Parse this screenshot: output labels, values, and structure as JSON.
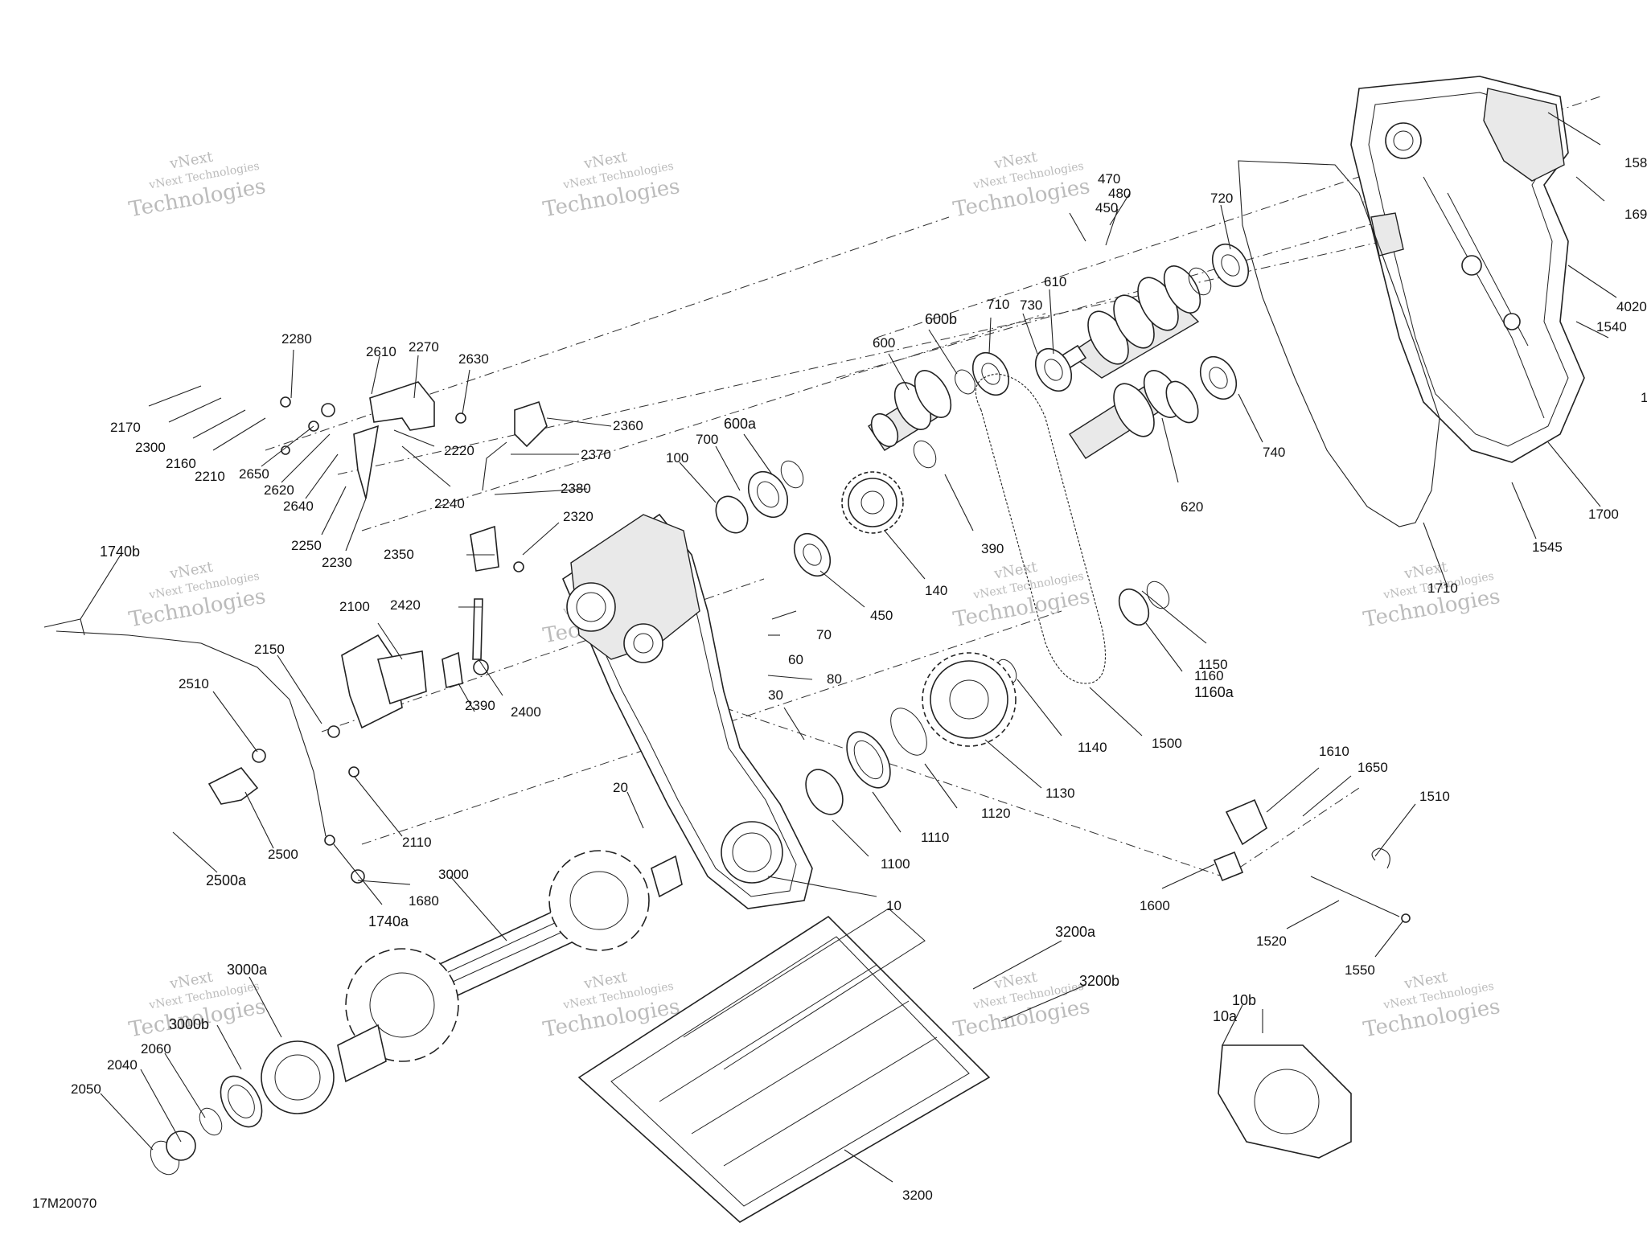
{
  "diagram": {
    "code": "17M20070",
    "watermark": {
      "brand": "vNext",
      "line1": "vNext Technologies",
      "line2": "Technologies"
    },
    "callouts": [
      {
        "id": "1580",
        "label": "158"
      },
      {
        "id": "1690",
        "label": "169"
      },
      {
        "id": "4020",
        "label": "4020"
      },
      {
        "id": "1540",
        "label": "1540"
      },
      {
        "id": "1700",
        "label": "1700"
      },
      {
        "id": "1545",
        "label": "1545"
      },
      {
        "id": "1710",
        "label": "1710"
      },
      {
        "id": "470",
        "label": "470"
      },
      {
        "id": "480",
        "label": "480"
      },
      {
        "id": "450b",
        "label": "450"
      },
      {
        "id": "720",
        "label": "720"
      },
      {
        "id": "610",
        "label": "610"
      },
      {
        "id": "730",
        "label": "730"
      },
      {
        "id": "710",
        "label": "710"
      },
      {
        "id": "600b",
        "label": "600b"
      },
      {
        "id": "600",
        "label": "600"
      },
      {
        "id": "740",
        "label": "740"
      },
      {
        "id": "620",
        "label": "620"
      },
      {
        "id": "600a",
        "label": "600a"
      },
      {
        "id": "700",
        "label": "700"
      },
      {
        "id": "100",
        "label": "100"
      },
      {
        "id": "390",
        "label": "390"
      },
      {
        "id": "140",
        "label": "140"
      },
      {
        "id": "450",
        "label": "450"
      },
      {
        "id": "70",
        "label": "70"
      },
      {
        "id": "60",
        "label": "60"
      },
      {
        "id": "80",
        "label": "80"
      },
      {
        "id": "30",
        "label": "30"
      },
      {
        "id": "1150",
        "label": "1150"
      },
      {
        "id": "1160",
        "label": "1160"
      },
      {
        "id": "1160a",
        "label": "1160a"
      },
      {
        "id": "1140",
        "label": "1140"
      },
      {
        "id": "1500",
        "label": "1500"
      },
      {
        "id": "1130",
        "label": "1130"
      },
      {
        "id": "1120",
        "label": "1120"
      },
      {
        "id": "1110",
        "label": "1110"
      },
      {
        "id": "1100",
        "label": "1100"
      },
      {
        "id": "10",
        "label": "10"
      },
      {
        "id": "20",
        "label": "20"
      },
      {
        "id": "1610",
        "label": "1610"
      },
      {
        "id": "1650",
        "label": "1650"
      },
      {
        "id": "1510",
        "label": "1510"
      },
      {
        "id": "1600",
        "label": "1600"
      },
      {
        "id": "1520",
        "label": "1520"
      },
      {
        "id": "1550",
        "label": "1550"
      },
      {
        "id": "2280",
        "label": "2280"
      },
      {
        "id": "2610",
        "label": "2610"
      },
      {
        "id": "2270",
        "label": "2270"
      },
      {
        "id": "2630",
        "label": "2630"
      },
      {
        "id": "2170",
        "label": "2170"
      },
      {
        "id": "2300",
        "label": "2300"
      },
      {
        "id": "2160",
        "label": "2160"
      },
      {
        "id": "2210",
        "label": "2210"
      },
      {
        "id": "2650",
        "label": "2650"
      },
      {
        "id": "2620",
        "label": "2620"
      },
      {
        "id": "2640",
        "label": "2640"
      },
      {
        "id": "2220",
        "label": "2220"
      },
      {
        "id": "2240",
        "label": "2240"
      },
      {
        "id": "2250",
        "label": "2250"
      },
      {
        "id": "2230",
        "label": "2230"
      },
      {
        "id": "2360",
        "label": "2360"
      },
      {
        "id": "2370",
        "label": "2370"
      },
      {
        "id": "2380",
        "label": "2380"
      },
      {
        "id": "2320",
        "label": "2320"
      },
      {
        "id": "2350",
        "label": "2350"
      },
      {
        "id": "2420",
        "label": "2420"
      },
      {
        "id": "2400",
        "label": "2400"
      },
      {
        "id": "2390",
        "label": "2390"
      },
      {
        "id": "2100",
        "label": "2100"
      },
      {
        "id": "2150",
        "label": "2150"
      },
      {
        "id": "2110",
        "label": "2110"
      },
      {
        "id": "2510",
        "label": "2510"
      },
      {
        "id": "2500",
        "label": "2500"
      },
      {
        "id": "2500a",
        "label": "2500a"
      },
      {
        "id": "1740b",
        "label": "1740b"
      },
      {
        "id": "1680",
        "label": "1680"
      },
      {
        "id": "1740a",
        "label": "1740a"
      },
      {
        "id": "3000",
        "label": "3000"
      },
      {
        "id": "3000a",
        "label": "3000a"
      },
      {
        "id": "3000b",
        "label": "3000b"
      },
      {
        "id": "2060",
        "label": "2060"
      },
      {
        "id": "2040",
        "label": "2040"
      },
      {
        "id": "2050",
        "label": "2050"
      },
      {
        "id": "3200a",
        "label": "3200a"
      },
      {
        "id": "3200b",
        "label": "3200b"
      },
      {
        "id": "3200",
        "label": "3200"
      },
      {
        "id": "10a",
        "label": "10a"
      },
      {
        "id": "10b",
        "label": "10b"
      },
      {
        "id": "1590",
        "label": "1"
      }
    ]
  }
}
